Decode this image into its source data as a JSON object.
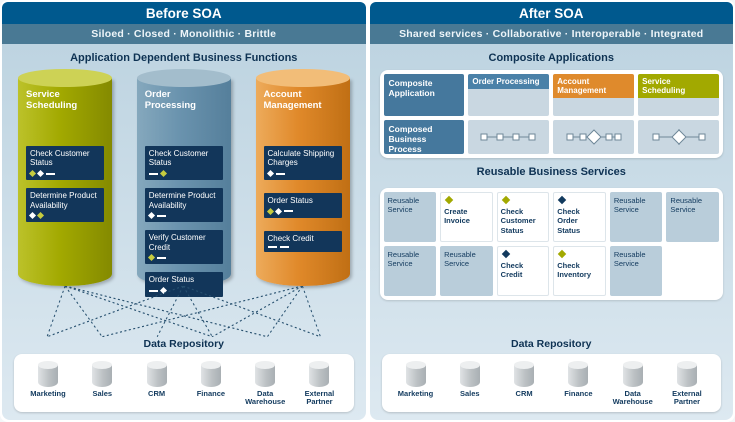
{
  "colors": {
    "header_bar": "#00598e",
    "subtitle_bar": "#497994",
    "panel_bg": "#cfe0ea",
    "navy": "#123a5e",
    "olive": "#a2a900",
    "steel_blue": "#6a93ae",
    "orange": "#e0892a",
    "solid_box_blue": "#45789d",
    "light_box": "#c9d7e1",
    "reusable_box": "#b9cdda"
  },
  "before": {
    "header": "Before SOA",
    "subtitle": "Siloed · Closed · Monolithic · Brittle",
    "section_title": "Application Dependent Business Functions",
    "silos": [
      {
        "title": "Service Scheduling",
        "items": [
          "Check Customer Status",
          "Determine Product Availability"
        ]
      },
      {
        "title": "Order Processing",
        "items": [
          "Check Customer Status",
          "Determine Product Availability",
          "Verify Customer Credit",
          "Order Status"
        ]
      },
      {
        "title": "Account Management",
        "items": [
          "Calculate Shipping Charges",
          "Order Status",
          "Check Credit"
        ]
      }
    ],
    "repository": {
      "title": "Data Repository",
      "stores": [
        "Marketing",
        "Sales",
        "CRM",
        "Finance",
        "Data Warehouse",
        "External Partner"
      ]
    }
  },
  "after": {
    "header": "After SOA",
    "subtitle": "Shared services · Collaborative · Interoperable · Integrated",
    "composite_title": "Composite Applications",
    "composite_apps": [
      {
        "label": "Composite Application"
      },
      {
        "label": "Order Processing"
      },
      {
        "label": "Account Management"
      },
      {
        "label": "Service Scheduling"
      }
    ],
    "composed_process": {
      "label": "Composed Business Process"
    },
    "services_title": "Reusable Business Services",
    "services": {
      "row1": [
        {
          "label": "Reusable Service"
        },
        {
          "label": "Create Invoice",
          "accent": "#a2a900"
        },
        {
          "label": "Check Customer Status",
          "accent": "#a2a900"
        },
        {
          "label": "Check Order Status",
          "accent": "#123a5e"
        },
        {
          "label": "Reusable Service"
        },
        {
          "label": "Reusable Service"
        }
      ],
      "row2": [
        {
          "label": "Reusable Service"
        },
        {
          "label": "Reusable Service"
        },
        {
          "label": "Check Credit",
          "accent": "#123a5e"
        },
        {
          "label": "Check Inventory",
          "accent": "#a2a900"
        },
        {
          "label": "Reusable Service"
        }
      ]
    },
    "repository": {
      "title": "Data Repository",
      "stores": [
        "Marketing",
        "Sales",
        "CRM",
        "Finance",
        "Data Warehouse",
        "External Partner"
      ]
    }
  }
}
